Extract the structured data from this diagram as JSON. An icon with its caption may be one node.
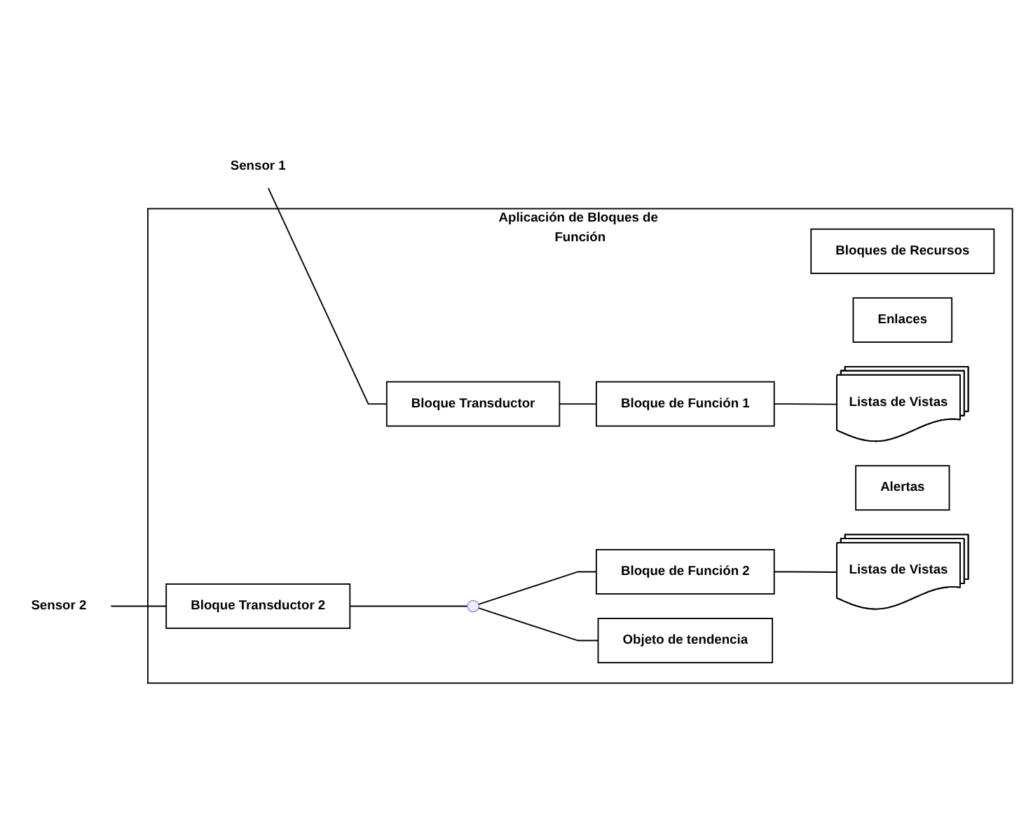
{
  "diagram": {
    "nodes": [
      {
        "text": [
          "Aplicación de Bloques de Función"
        ]
      },
      {
        "text": [
          "Bloques de Recursos"
        ],
        "in": 0
      },
      {
        "text": [
          "Sensor 1"
        ]
      },
      {
        "text": [
          "Bloque Transductor"
        ],
        "in": 0
      },
      {
        "text": [
          "Bloque de Función 1"
        ],
        "in": 0
      },
      {
        "text": [
          "Enlaces"
        ],
        "in": 0
      },
      {
        "text": [
          "Listas de Vistas"
        ],
        "in": 0
      },
      {
        "text": [
          "Alertas"
        ],
        "in": 0
      },
      {
        "text": [
          "Sensor 2"
        ]
      },
      {
        "text": [
          "Bloque Transductor 2"
        ],
        "in": 0
      },
      {
        "text": [],
        "shape": "circle",
        "in": 0
      },
      {
        "text": [
          "Bloque de Función 2"
        ],
        "in": 0
      },
      {
        "text": [
          "Objeto de tendencia"
        ],
        "in": 0
      },
      {
        "text": [
          "Listas de Vistas"
        ],
        "in": 0
      }
    ],
    "edges": [
      {
        "from": 2,
        "to": 3,
        "arrow": "none"
      },
      {
        "from": 3,
        "to": 4,
        "arrow": "none"
      },
      {
        "from": 4,
        "to": 6,
        "arrow": "none"
      },
      {
        "from": 8,
        "to": 9,
        "arrow": "none"
      },
      {
        "from": 9,
        "to": 10,
        "arrow": "none"
      },
      {
        "from": 10,
        "to": 11,
        "arrow": "none"
      },
      {
        "from": 10,
        "to": 12,
        "arrow": "none"
      },
      {
        "from": 11,
        "to": 13,
        "arrow": "none"
      }
    ]
  }
}
